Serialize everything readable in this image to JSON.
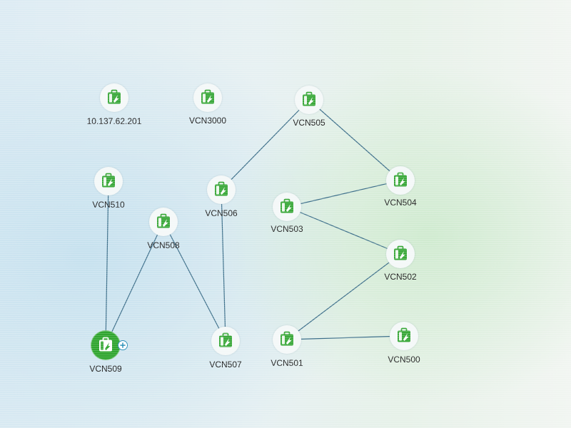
{
  "nodes": [
    {
      "id": "n_10_137_62_201",
      "label": "10.137.62.201",
      "selected": false
    },
    {
      "id": "n_vcn3000",
      "label": "VCN3000",
      "selected": false
    },
    {
      "id": "n_vcn505",
      "label": "VCN505",
      "selected": false
    },
    {
      "id": "n_vcn510",
      "label": "VCN510",
      "selected": false
    },
    {
      "id": "n_vcn506",
      "label": "VCN506",
      "selected": false
    },
    {
      "id": "n_vcn503",
      "label": "VCN503",
      "selected": false
    },
    {
      "id": "n_vcn504",
      "label": "VCN504",
      "selected": false
    },
    {
      "id": "n_vcn508",
      "label": "VCN508",
      "selected": false
    },
    {
      "id": "n_vcn502",
      "label": "VCN502",
      "selected": false
    },
    {
      "id": "n_vcn509",
      "label": "VCN509",
      "selected": true
    },
    {
      "id": "n_vcn507",
      "label": "VCN507",
      "selected": false
    },
    {
      "id": "n_vcn501",
      "label": "VCN501",
      "selected": false
    },
    {
      "id": "n_vcn500",
      "label": "VCN500",
      "selected": false
    }
  ],
  "links": [
    [
      "n_vcn505",
      "n_vcn506"
    ],
    [
      "n_vcn505",
      "n_vcn504"
    ],
    [
      "n_vcn503",
      "n_vcn504"
    ],
    [
      "n_vcn503",
      "n_vcn502"
    ],
    [
      "n_vcn502",
      "n_vcn501"
    ],
    [
      "n_vcn501",
      "n_vcn500"
    ],
    [
      "n_vcn510",
      "n_vcn509"
    ],
    [
      "n_vcn508",
      "n_vcn509"
    ],
    [
      "n_vcn508",
      "n_vcn507"
    ],
    [
      "n_vcn506",
      "n_vcn507"
    ]
  ],
  "style": {
    "link_color": "#3d6f8a",
    "device_icon_color": "#3aa83a",
    "selected_node_color": "#2fa52f",
    "add_badge_color": "#2a90b8"
  },
  "icons": {
    "device": "vcn-device-icon",
    "add": "add-plus-icon"
  }
}
